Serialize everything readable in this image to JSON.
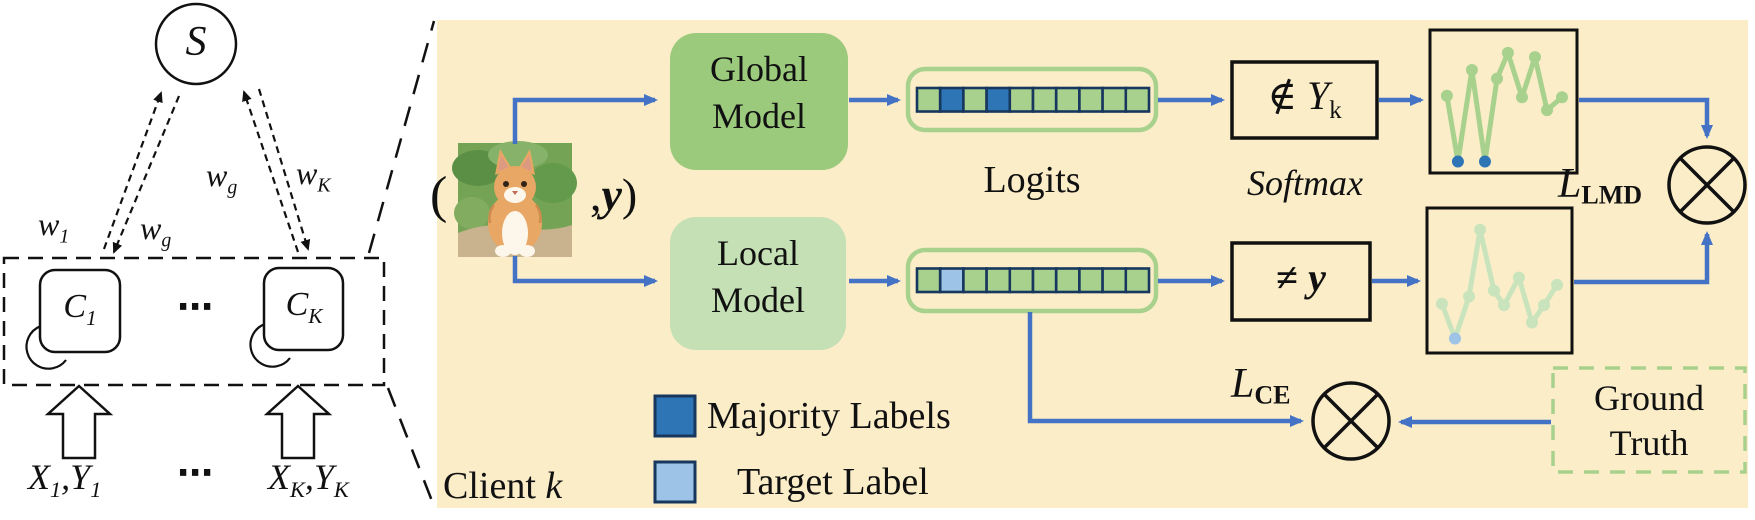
{
  "colors": {
    "panel_bg": "#FAEDC8",
    "arrow_blue": "#4472C4",
    "majority_blue": "#2E75B6",
    "target_blue": "#9DC3E6",
    "logit_green": "#A9D18E",
    "global_model_green": "#9CCA7D",
    "local_model_green": "#C5E0B4",
    "chart_line_top": "#A9D18E",
    "chart_line_bottom": "#C9E4BC",
    "cell_border": "#17375E",
    "ink": "#111111"
  },
  "left_diagram": {
    "server": {
      "label": "S"
    },
    "edges": {
      "w1": {
        "base": "w",
        "sub": "1"
      },
      "wg_left": {
        "base": "w",
        "sub": "g"
      },
      "wg_right": {
        "base": "w",
        "sub": "g"
      },
      "wK": {
        "base": "w",
        "sub": "K"
      }
    },
    "clients": {
      "c1": {
        "base": "C",
        "sub": "1"
      },
      "dots": "⋯",
      "ck": {
        "base": "C",
        "sub": "K"
      }
    },
    "datasets": {
      "d1": {
        "x": "X",
        "xs": "1",
        "y": ",Y",
        "ys": "1"
      },
      "dots": "⋯",
      "dk": {
        "x": "X",
        "xs": "K",
        "y": ",Y",
        "ys": "K"
      }
    }
  },
  "client_panel": {
    "client_label": {
      "prefix": "Client ",
      "k": "k"
    },
    "input_tuple": {
      "open": "(",
      "close_comma": ",",
      "close_y": "y",
      "close_paren": ")"
    },
    "global_model_label": "Global Model",
    "local_model_label": "Local Model",
    "logits_label": "Logits",
    "softmax_label": "Softmax",
    "filter_top": {
      "sym": "∉ ",
      "base": "Y",
      "sub": "k"
    },
    "filter_bottom": {
      "sym": "≠ ",
      "base": "y"
    },
    "loss_lmd": {
      "base": "L",
      "sub": "LMD"
    },
    "loss_ce": {
      "base": "L",
      "sub": "CE"
    },
    "ground_truth_label": "Ground Truth",
    "legend": [
      {
        "swatch": "majority",
        "label": "Majority Labels"
      },
      {
        "swatch": "target",
        "label": "Target Label"
      }
    ],
    "logits_top_cells": [
      "normal",
      "majority",
      "normal",
      "majority",
      "normal",
      "normal",
      "normal",
      "normal",
      "normal",
      "normal"
    ],
    "logits_bottom_cells": [
      "normal",
      "target",
      "normal",
      "normal",
      "normal",
      "normal",
      "normal",
      "normal",
      "normal",
      "normal"
    ]
  },
  "chart_data": [
    {
      "type": "line",
      "name": "global-model-softmax-distribution",
      "points": [
        [
          0.115,
          0.46
        ],
        [
          0.19,
          0.92
        ],
        [
          0.285,
          0.28
        ],
        [
          0.374,
          0.92
        ],
        [
          0.456,
          0.34
        ],
        [
          0.53,
          0.16
        ],
        [
          0.626,
          0.47
        ],
        [
          0.714,
          0.19
        ],
        [
          0.796,
          0.56
        ],
        [
          0.898,
          0.47
        ]
      ],
      "highlight_indices": [
        1,
        3
      ],
      "highlight_color_key": "majority_blue",
      "line_color_key": "chart_line_top"
    },
    {
      "type": "line",
      "name": "local-model-softmax-distribution",
      "points": [
        [
          0.103,
          0.66
        ],
        [
          0.193,
          0.9
        ],
        [
          0.29,
          0.61
        ],
        [
          0.366,
          0.15
        ],
        [
          0.462,
          0.57
        ],
        [
          0.531,
          0.67
        ],
        [
          0.634,
          0.48
        ],
        [
          0.724,
          0.79
        ],
        [
          0.807,
          0.67
        ],
        [
          0.897,
          0.53
        ]
      ],
      "highlight_indices": [
        1
      ],
      "highlight_color_key": "target_blue",
      "line_color_key": "chart_line_bottom"
    }
  ]
}
